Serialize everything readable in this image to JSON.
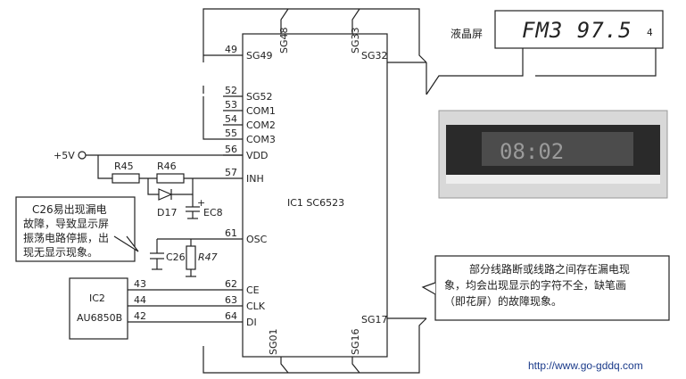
{
  "chip": {
    "name": "IC1  SC6523",
    "top_pins": [
      {
        "num": "",
        "label": "SG48"
      },
      {
        "num": "",
        "label": "SG33"
      }
    ],
    "bottom_pins": [
      {
        "label": "SG01"
      },
      {
        "label": "SG16"
      }
    ],
    "right_pins": [
      {
        "label": "SG32"
      },
      {
        "label": "SG17"
      }
    ],
    "left_pins": [
      {
        "num": "49",
        "label": "SG49"
      },
      {
        "num": "52",
        "label": "SG52"
      },
      {
        "num": "53",
        "label": "COM1"
      },
      {
        "num": "54",
        "label": "COM2"
      },
      {
        "num": "55",
        "label": "COM3"
      },
      {
        "num": "56",
        "label": "VDD"
      },
      {
        "num": "57",
        "label": "INH"
      },
      {
        "num": "61",
        "label": "OSC"
      },
      {
        "num": "62",
        "label": "CE"
      },
      {
        "num": "63",
        "label": "CLK"
      },
      {
        "num": "64",
        "label": "DI"
      }
    ]
  },
  "ic2": {
    "name": "IC2",
    "part": "AU6850B",
    "pins": [
      "43",
      "44",
      "42"
    ]
  },
  "components": {
    "supply": "+5V",
    "r45": "R45",
    "r46": "R46",
    "d17": "D17",
    "ec8": "EC8",
    "c26": "C26",
    "r47": "R47",
    "plus": "+"
  },
  "lcd": {
    "label": "液晶屏",
    "display_text": "FM3 97.5",
    "small_digit": "4"
  },
  "photo": {
    "display_text": "08:02"
  },
  "notes": {
    "left": [
      "C26易出现漏电",
      "故障，导致显示屏",
      "振荡电路停振，出",
      "现无显示现象。"
    ],
    "right": [
      "部分线路断或线路之间存在漏电现",
      "象，均会出现显示的字符不全，缺笔画",
      "（即花屏）的故障现象。"
    ]
  },
  "watermark": "http://www.go-gddq.com"
}
